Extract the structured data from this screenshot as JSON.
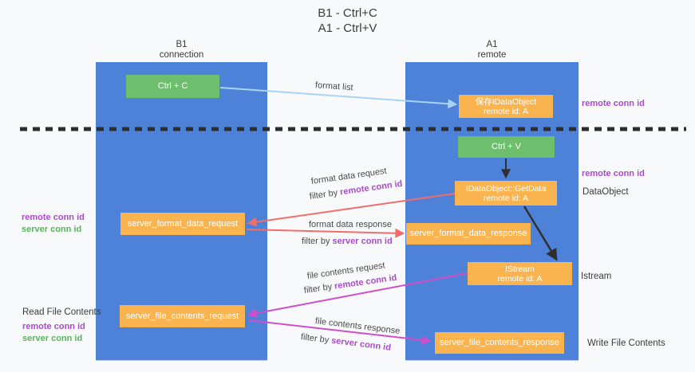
{
  "title": {
    "line1": "B1 - Ctrl+C",
    "line2": "A1 - Ctrl+V"
  },
  "lanes": {
    "left": {
      "name": "B1",
      "subtitle": "connection"
    },
    "right": {
      "name": "A1",
      "subtitle": "remote"
    }
  },
  "nodes": {
    "ctrl_c": {
      "label": "Ctrl + C"
    },
    "save_dataobject": {
      "line1": "保存IDataObject",
      "line2": "remote id: A"
    },
    "ctrl_v": {
      "label": "Ctrl + V"
    },
    "getdata": {
      "line1": "IDataObject::GetData",
      "line2": "remote id: A"
    },
    "format_request": {
      "label": "server_format_data_request"
    },
    "format_response": {
      "label": "server_format_data_response"
    },
    "istream": {
      "line1": "IStream",
      "line2": "remote id: A"
    },
    "file_request": {
      "label": "server_file_contents_request"
    },
    "file_response": {
      "label": "server_file_contents_response"
    }
  },
  "edges": {
    "format_list": {
      "label": "format list"
    },
    "format_data_request": {
      "label": "format data request",
      "filter_prefix": "filter by ",
      "filter_key": "remote conn id"
    },
    "format_data_response": {
      "label": "format data response",
      "filter_prefix": "filter by ",
      "filter_key": "server conn id"
    },
    "file_contents_request": {
      "label": "file contents request",
      "filter_prefix": "filter by ",
      "filter_key": "remote conn id"
    },
    "file_contents_response": {
      "label": "file contents response",
      "filter_prefix": "filter by ",
      "filter_key": "server conn id"
    }
  },
  "side_labels": {
    "right_remote_conn_top": "remote conn id",
    "right_remote_conn_mid": "remote conn id",
    "dataobject": "DataObject",
    "istream": "Istream",
    "write_file_contents": "Write File Contents",
    "left_remote_conn_top": "remote conn id",
    "left_server_conn_top": "server conn id",
    "read_file_contents": "Read File Contents",
    "left_remote_conn_bottom": "remote conn id",
    "left_server_conn_bottom": "server conn id"
  },
  "colors": {
    "background": "#f8f9fa",
    "lane_blue": "#4e82d8",
    "node_green": "#6dbe6d",
    "node_orange": "#f9b450",
    "accent_purple": "#a84cc8",
    "accent_green": "#58b558",
    "arrow_red": "#f26c6c",
    "arrow_magenta": "#cf4fc9",
    "arrow_blue": "#a8d4f3",
    "arrow_black": "#2f2f2f"
  }
}
